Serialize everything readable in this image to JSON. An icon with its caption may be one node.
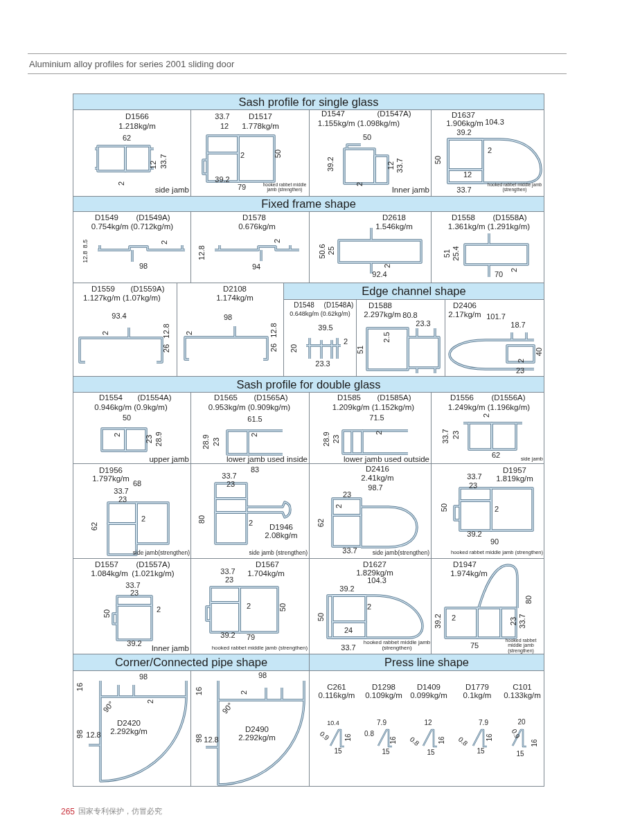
{
  "diagram": {
    "title": "Aluminium alloy profiles for series 2001 sliding door",
    "nodes": [
      {
        "text": [
          "Sash profile for single glass"
        ]
      },
      {
        "text": [
          "D1566",
          "1.218kg/m",
          "side jamb"
        ]
      },
      {
        "text": [
          "D1517",
          "1.778kg/m",
          "hooked rabbet middle jamb (strengthen)"
        ]
      },
      {
        "text": [
          "D1547",
          "(D1547A)",
          "1.155kg/m (1.098kg/m)",
          "Inner jamb"
        ]
      },
      {
        "text": [
          "D1637",
          "1.906kg/m",
          "hooked rabbet middle jamb (strengthen)"
        ]
      },
      {
        "text": [
          "Fixed frame shape"
        ]
      },
      {
        "text": [
          "D1549",
          "(D1549A)",
          "0.754kg/m (0.712kg/m)"
        ]
      },
      {
        "text": [
          "D1578",
          "0.676kg/m"
        ]
      },
      {
        "text": [
          "D2618",
          "1.546kg/m"
        ]
      },
      {
        "text": [
          "D1558",
          "(D1558A)",
          "1.361kg/m (1.291kg/m)"
        ]
      },
      {
        "text": [
          "D1559",
          "(D1559A)",
          "1.127kg/m (1.07kg/m)"
        ]
      },
      {
        "text": [
          "D2108",
          "1.174kg/m"
        ]
      },
      {
        "text": [
          "Edge channel shape"
        ]
      },
      {
        "text": [
          "D1548",
          "(D1548A)",
          "0.648kg/m (0.62kg/m)"
        ]
      },
      {
        "text": [
          "D1588",
          "2.297kg/m"
        ]
      },
      {
        "text": [
          "D2406",
          "2.17kg/m"
        ]
      },
      {
        "text": [
          "Sash profile for double glass"
        ]
      },
      {
        "text": [
          "D1554",
          "(D1554A)",
          "0.946kg/m (0.9kg/m)",
          "upper jamb"
        ]
      },
      {
        "text": [
          "D1565",
          "(D1565A)",
          "0.953kg/m (0.909kg/m)",
          "lower jamb used inside"
        ]
      },
      {
        "text": [
          "D1585",
          "(D1585A)",
          "1.209kg/m (1.152kg/m)",
          "lower jamb used outside"
        ]
      },
      {
        "text": [
          "D1556",
          "(D1556A)",
          "1.249kg/m (1.196kg/m)",
          "side jamb"
        ]
      },
      {
        "text": [
          "D1956",
          "1.797kg/m",
          "side jamb(strengthen)"
        ]
      },
      {
        "text": [
          "D1946",
          "2.08kg/m",
          "side jamb (strengthen)"
        ]
      },
      {
        "text": [
          "D2416",
          "2.41kg/m",
          "side jamb(strengthen)"
        ]
      },
      {
        "text": [
          "D1957",
          "1.819kg/m",
          "hooked rabbet middle jamb (strengthen)"
        ]
      },
      {
        "text": [
          "D1557",
          "(D1557A)",
          "1.084kg/m",
          "(1.021kg/m)",
          "Inner jamb"
        ]
      },
      {
        "text": [
          "D1567",
          "1.704kg/m",
          "hooked rabbet middle jamb (strengthen)"
        ]
      },
      {
        "text": [
          "D1627",
          "1.829kg/m",
          "hooked rabbet middle jamb (strengthen)"
        ]
      },
      {
        "text": [
          "D1947",
          "1.974kg/m",
          "hooked rabbet middle jamb (strengthen)"
        ]
      },
      {
        "text": [
          "Corner/Connected pipe shape"
        ]
      },
      {
        "text": [
          "Press line shape"
        ]
      },
      {
        "text": [
          "D2420",
          "2.292kg/m"
        ]
      },
      {
        "text": [
          "D2490",
          "2.292kg/m"
        ]
      },
      {
        "text": [
          "C261",
          "0.116kg/m",
          "D1298",
          "0.109kg/m",
          "D1409",
          "0.099kg/m",
          "D1779",
          "0.1kg/m",
          "C101",
          "0.133kg/m"
        ]
      }
    ],
    "labels": [
      "62",
      "12",
      "33.7",
      "2",
      "33.7",
      "12",
      "2",
      "50",
      "39.2",
      "79",
      "50",
      "39.2",
      "12",
      "33.7",
      "2",
      "104.3",
      "39.2",
      "50",
      "2",
      "12",
      "33.7",
      "12.8",
      "8.5",
      "2",
      "98",
      "12.8",
      "2",
      "94",
      "50.6",
      "25",
      "2",
      "92.4",
      "51",
      "25.4",
      "70",
      "2",
      "93.4",
      "2",
      "12.8",
      "26",
      "98",
      "2",
      "12.8",
      "26",
      "39.5",
      "20",
      "2",
      "23.3",
      "80.8",
      "23.3",
      "2.5",
      "51",
      "101.7",
      "18.7",
      "40",
      "2",
      "23",
      "50",
      "2",
      "23",
      "28.9",
      "61.5",
      "28.9",
      "23",
      "2",
      "71.5",
      "28.9",
      "23",
      "2",
      "2",
      "33.7",
      "23",
      "62",
      "68",
      "33.7",
      "23",
      "62",
      "2",
      "83",
      "33.7",
      "23",
      "80",
      "2",
      "98.7",
      "23",
      "2",
      "62",
      "33.7",
      "33.7",
      "23",
      "50",
      "2",
      "39.2",
      "90",
      "33.7",
      "23",
      "50",
      "2",
      "39.2",
      "33.7",
      "23",
      "2",
      "50",
      "39.2",
      "79",
      "104.3",
      "39.2",
      "50",
      "2",
      "24",
      "33.7",
      "80",
      "39.2",
      "2",
      "23",
      "33.7",
      "75",
      "98",
      "16",
      "90°",
      "2",
      "98",
      "12.8",
      "98",
      "16",
      "2",
      "90°",
      "98",
      "12.8",
      "10.4",
      "0.9",
      "16",
      "15",
      "7.9",
      "0.8",
      "16",
      "15",
      "12",
      "0.8",
      "16",
      "15",
      "7.9",
      "0.8",
      "16",
      "15",
      "20",
      "0.9",
      "16",
      "15",
      "265",
      "国家专利保护，仿冒必究"
    ]
  }
}
